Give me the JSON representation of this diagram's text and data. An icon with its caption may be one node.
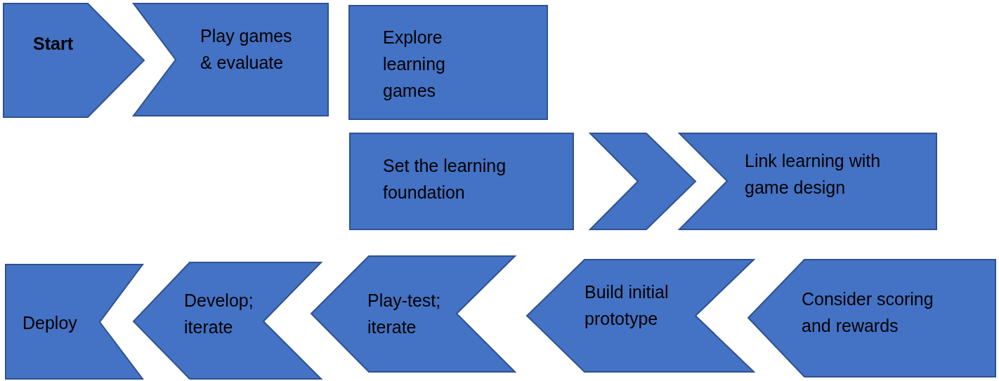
{
  "diagram": {
    "nodes": [
      {
        "text": [
          "Start"
        ]
      },
      {
        "text": [
          "Play games & evaluate"
        ]
      },
      {
        "text": [
          "Explore learning games"
        ]
      },
      {
        "text": [
          "Set the learning foundation"
        ]
      },
      {
        "text": [
          "Link learning with game design"
        ]
      },
      {
        "text": [
          "Deploy"
        ]
      },
      {
        "text": [
          "Develop; iterate"
        ]
      },
      {
        "text": [
          "Play-test; iterate"
        ]
      },
      {
        "text": [
          "Build initial prototype"
        ]
      },
      {
        "text": [
          "Consider scoring and rewards"
        ]
      }
    ],
    "edges": [
      {
        "from": 3,
        "to": 4,
        "arrow": "to"
      }
    ]
  }
}
